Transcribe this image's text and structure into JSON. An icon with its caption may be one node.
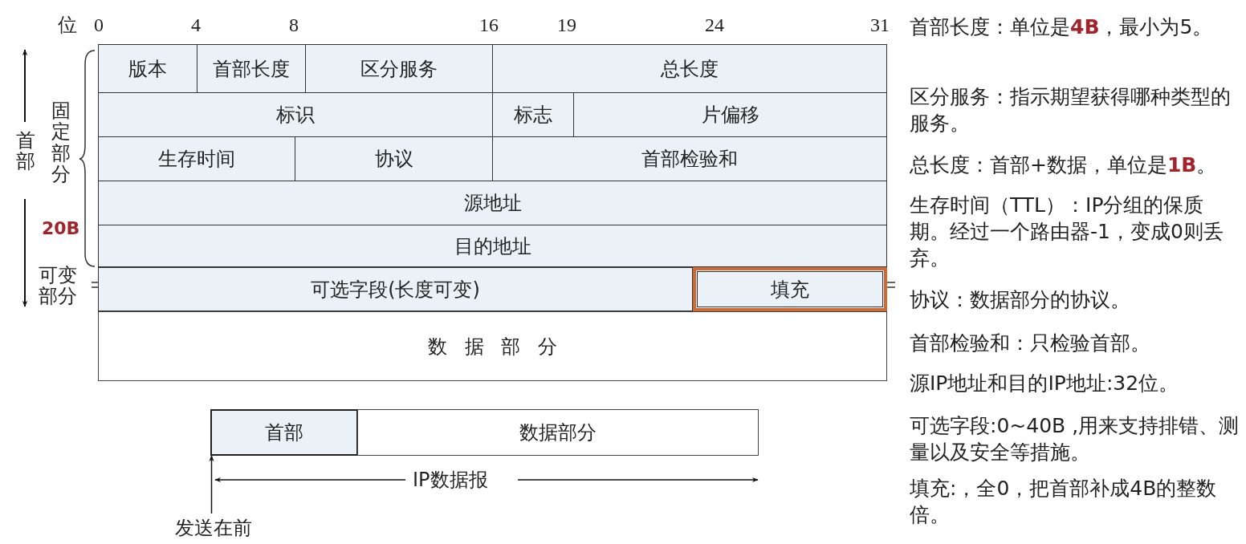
{
  "diagram": {
    "nodes": [
      {
        "text": [
          "版本"
        ]
      },
      {
        "text": [
          "首部长度"
        ]
      },
      {
        "text": [
          "区分服务"
        ]
      },
      {
        "text": [
          "总长度"
        ]
      },
      {
        "text": [
          "标识"
        ]
      },
      {
        "text": [
          "标志"
        ]
      },
      {
        "text": [
          "片偏移"
        ]
      },
      {
        "text": [
          "生存时间"
        ]
      },
      {
        "text": [
          "协议"
        ]
      },
      {
        "text": [
          "首部检验和"
        ]
      },
      {
        "text": [
          "源地址"
        ]
      },
      {
        "text": [
          "目的地址"
        ]
      },
      {
        "text": [
          "可选字段(长度可变)"
        ]
      },
      {
        "text": [
          "填充"
        ]
      },
      {
        "text": [
          "数据部分"
        ]
      },
      {
        "text": [
          "首部"
        ]
      },
      {
        "text": [
          "数据部分"
        ]
      },
      {
        "text": [
          "发送在前"
        ]
      }
    ],
    "edges": [
      {
        "from": 17,
        "to": 15,
        "arrow": "to"
      }
    ],
    "labels": [
      "位",
      "0",
      "4",
      "8",
      "16",
      "19",
      "24",
      "31",
      "首部",
      "固定部分",
      "20B",
      "可变部分",
      "IP数据报",
      "首部长度：单位是**4B**，最小为5。",
      "区分服务：指示期望获得哪种类型的服务。",
      "总长度：首部+数据，单位是**1B**。",
      "生存时间（TTL）：IP分组的保质期。经过一个路由器-1，变成0则丢弃。",
      "协议：数据部分的协议。",
      "首部检验和：只检验首部。",
      "源IP地址和目的IP地址:32位。",
      "可选字段:0~40B ,用来支持排错、测量以及安全等措施。",
      "填充:，全0，把首部补成4B的整数倍。"
    ]
  }
}
